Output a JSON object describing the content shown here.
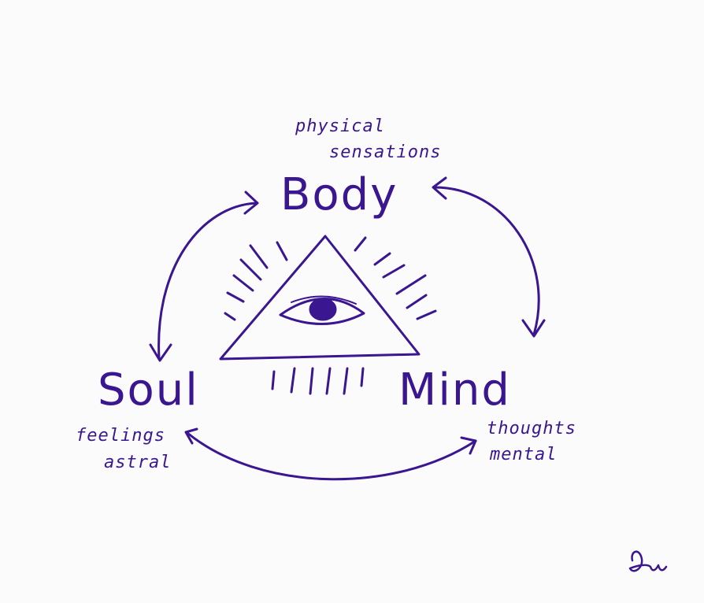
{
  "colors": {
    "ink": "#3a1690",
    "paper": "#fbfbfb"
  },
  "nodes": {
    "body": {
      "title": "Body",
      "notes": [
        "physical",
        "sensations"
      ]
    },
    "soul": {
      "title": "Soul",
      "notes": [
        "feelings",
        "astral"
      ]
    },
    "mind": {
      "title": "Mind",
      "notes": [
        "thoughts",
        "mental"
      ]
    }
  },
  "center_symbol": "eye-in-triangle-icon",
  "signature": "handwritten-signature"
}
